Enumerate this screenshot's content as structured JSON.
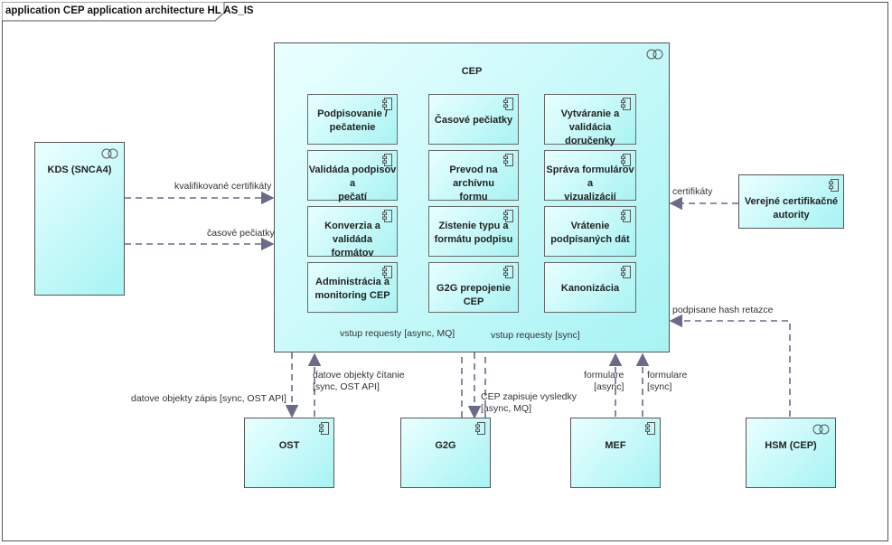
{
  "diagram": {
    "tab_title": "application CEP application architecture HL AS_IS",
    "main": {
      "name": "CEP",
      "components": [
        "Podpisovanie /\npečatenie",
        "Časové pečiatky",
        "Vytváranie a\nvalidácia doručenky",
        "Validáda podpisov a\npečatí",
        "Prevod na archívnu\nformu",
        "Správa formulárov a\nvizualizácií",
        "Konverzia a validáda\nformátov",
        "Zistenie typu a\nformátu podpisu",
        "Vrátenie\npodpísaných dát",
        "Administrácia a\nmonitoring CEP",
        "G2G prepojenie CEP",
        "Kanonizácia"
      ]
    },
    "external": {
      "kds": "KDS (SNCA4)",
      "ca": "Verejné certifikačné\nautority",
      "ost": "OST",
      "g2g": "G2G",
      "mef": "MEF",
      "hsm": "HSM (CEP)"
    },
    "edges": {
      "kds_cert": "kvalifikované certifikáty",
      "kds_time": "časové pečiatky",
      "ca_cert": "certifikáty",
      "hsm_hash": "podpisane hash retazce",
      "g2g_async": "vstup requesty [async, MQ]",
      "g2g_sync": "vstup requesty [sync]",
      "ost_write": "datove objekty zápis [sync, OST API]",
      "ost_read": "datove objekty čítanie\n[sync, OST API]",
      "cep_write": "CEP zapisuje vysledky\n[async, MQ]",
      "mef_async": "formulare\n[async]",
      "mef_sync": "formulare\n[sync]"
    },
    "icons": [
      "component-icon",
      "interface-ring-icon",
      "dashed-arrow"
    ],
    "colors": {
      "fill": "#a7f3f4",
      "border": "#555555",
      "connector": "#6a6a8a"
    }
  }
}
